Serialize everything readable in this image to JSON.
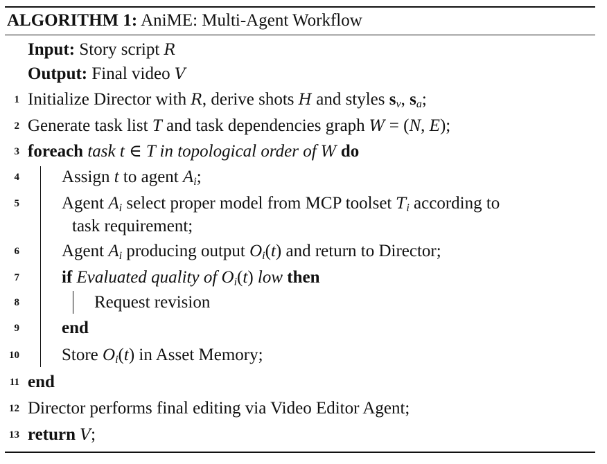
{
  "algorithm": {
    "label": "ALGORITHM 1:",
    "title": "AniME: Multi-Agent Workflow",
    "input_label": "Input:",
    "input_text": "Story script ",
    "input_sym": "R",
    "output_label": "Output:",
    "output_text": "Final video ",
    "output_sym": "V",
    "lines": [
      {
        "num": "1"
      },
      {
        "num": "2"
      },
      {
        "num": "3"
      },
      {
        "num": "4"
      },
      {
        "num": "5"
      },
      {
        "num": "6"
      },
      {
        "num": "7"
      },
      {
        "num": "8"
      },
      {
        "num": "9"
      },
      {
        "num": "10"
      },
      {
        "num": "11"
      },
      {
        "num": "12"
      },
      {
        "num": "13"
      }
    ],
    "l1": {
      "a": "Initialize Director with ",
      "R": "R",
      "b": ", derive shots ",
      "H": "H",
      "c": " and styles ",
      "s": "s",
      "v": "v",
      "comma": ", ",
      "s2": "s",
      "a2": "a",
      "end": ";"
    },
    "l2": {
      "a": "Generate task list ",
      "T": "T",
      "b": " and task dependencies graph ",
      "W": "W",
      "c": " = (",
      "N": "N",
      "comma": ", ",
      "E": "E",
      "end": ");"
    },
    "l3": {
      "kw1": "foreach",
      "a": " task ",
      "t": "t",
      "in": " ∈ ",
      "T": "T",
      "b": " in topological order of ",
      "W": "W",
      "kw2": " do"
    },
    "l4": {
      "a": "Assign ",
      "t": "t",
      "b": " to agent ",
      "A": "A",
      "i": "i",
      "end": ";"
    },
    "l5": {
      "a": "Agent ",
      "A": "A",
      "i": "i",
      "b": " select proper model from MCP toolset ",
      "Tc": "T",
      "i2": "i",
      "c": " according to",
      "cont": "task requirement;"
    },
    "l6": {
      "a": "Agent ",
      "A": "A",
      "i": "i",
      "b": " producing output ",
      "O": "O",
      "i2": "i",
      "paren": "(",
      "t": "t",
      "paren2": ")",
      "c": " and return to Director;"
    },
    "l7": {
      "kw1": "if",
      "a": " Evaluated quality of ",
      "O": "O",
      "i": "i",
      "paren": "(",
      "t": "t",
      "paren2": ")",
      "b": " low",
      "kw2": " then"
    },
    "l8": {
      "a": "Request revision"
    },
    "l9": {
      "kw": "end"
    },
    "l10": {
      "a": "Store ",
      "O": "O",
      "i": "i",
      "paren": "(",
      "t": "t",
      "paren2": ")",
      "b": " in Asset Memory;"
    },
    "l11": {
      "kw": "end"
    },
    "l12": {
      "a": "Director performs final editing via Video Editor Agent;"
    },
    "l13": {
      "kw": "return",
      "V": "V",
      "end": ";"
    }
  }
}
